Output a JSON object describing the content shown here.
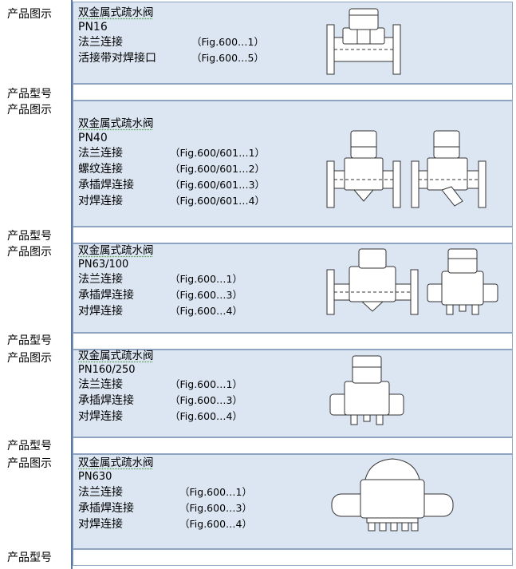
{
  "labels": {
    "image": "产品图示",
    "model": "产品型号"
  },
  "sections": [
    {
      "title": "双金属式疏水阀",
      "pn": "PN16",
      "specs": [
        {
          "name": "法兰连接",
          "fig": "（Fig.600…1）"
        },
        {
          "name": "活接带对焊接口",
          "fig": "（Fig.600…5）"
        }
      ]
    },
    {
      "title": "双金属式疏水阀",
      "pn": "PN40",
      "specs": [
        {
          "name": "法兰连接",
          "fig": "（Fig.600/601…1）"
        },
        {
          "name": "螺纹连接",
          "fig": "（Fig.600/601…2）"
        },
        {
          "name": "承插焊连接",
          "fig": "（Fig.600/601…3）"
        },
        {
          "name": "对焊连接",
          "fig": "（Fig.600/601…4）"
        }
      ]
    },
    {
      "title": "双金属式疏水阀",
      "pn": "PN63/100",
      "specs": [
        {
          "name": "法兰连接",
          "fig": "（Fig.600…1）"
        },
        {
          "name": "承插焊连接",
          "fig": "（Fig.600…3）"
        },
        {
          "name": "对焊连接",
          "fig": "（Fig.600…4）"
        }
      ]
    },
    {
      "title": "双金属式疏水阀",
      "pn": "PN160/250",
      "specs": [
        {
          "name": "法兰连接",
          "fig": "（Fig.600…1）"
        },
        {
          "name": "承插焊连接",
          "fig": "（Fig.600…3）"
        },
        {
          "name": "对焊连接",
          "fig": "（Fig.600…4）"
        }
      ]
    },
    {
      "title": "双金属式疏水阀",
      "pn": "PN630",
      "specs": [
        {
          "name": "法兰连接",
          "fig": "（Fig.600…1）"
        },
        {
          "name": "承插焊连接",
          "fig": "（Fig.600…3）"
        },
        {
          "name": "对焊连接",
          "fig": "（Fig.600…4）"
        }
      ]
    }
  ],
  "colors": {
    "cell_fill": "#dce6f2",
    "rule": "#5a7aa8",
    "drawing": "#333333"
  },
  "icons": [
    "steam-trap-flanged-drawing",
    "steam-trap-y-strainer-drawing",
    "steam-trap-high-pressure-drawing"
  ]
}
